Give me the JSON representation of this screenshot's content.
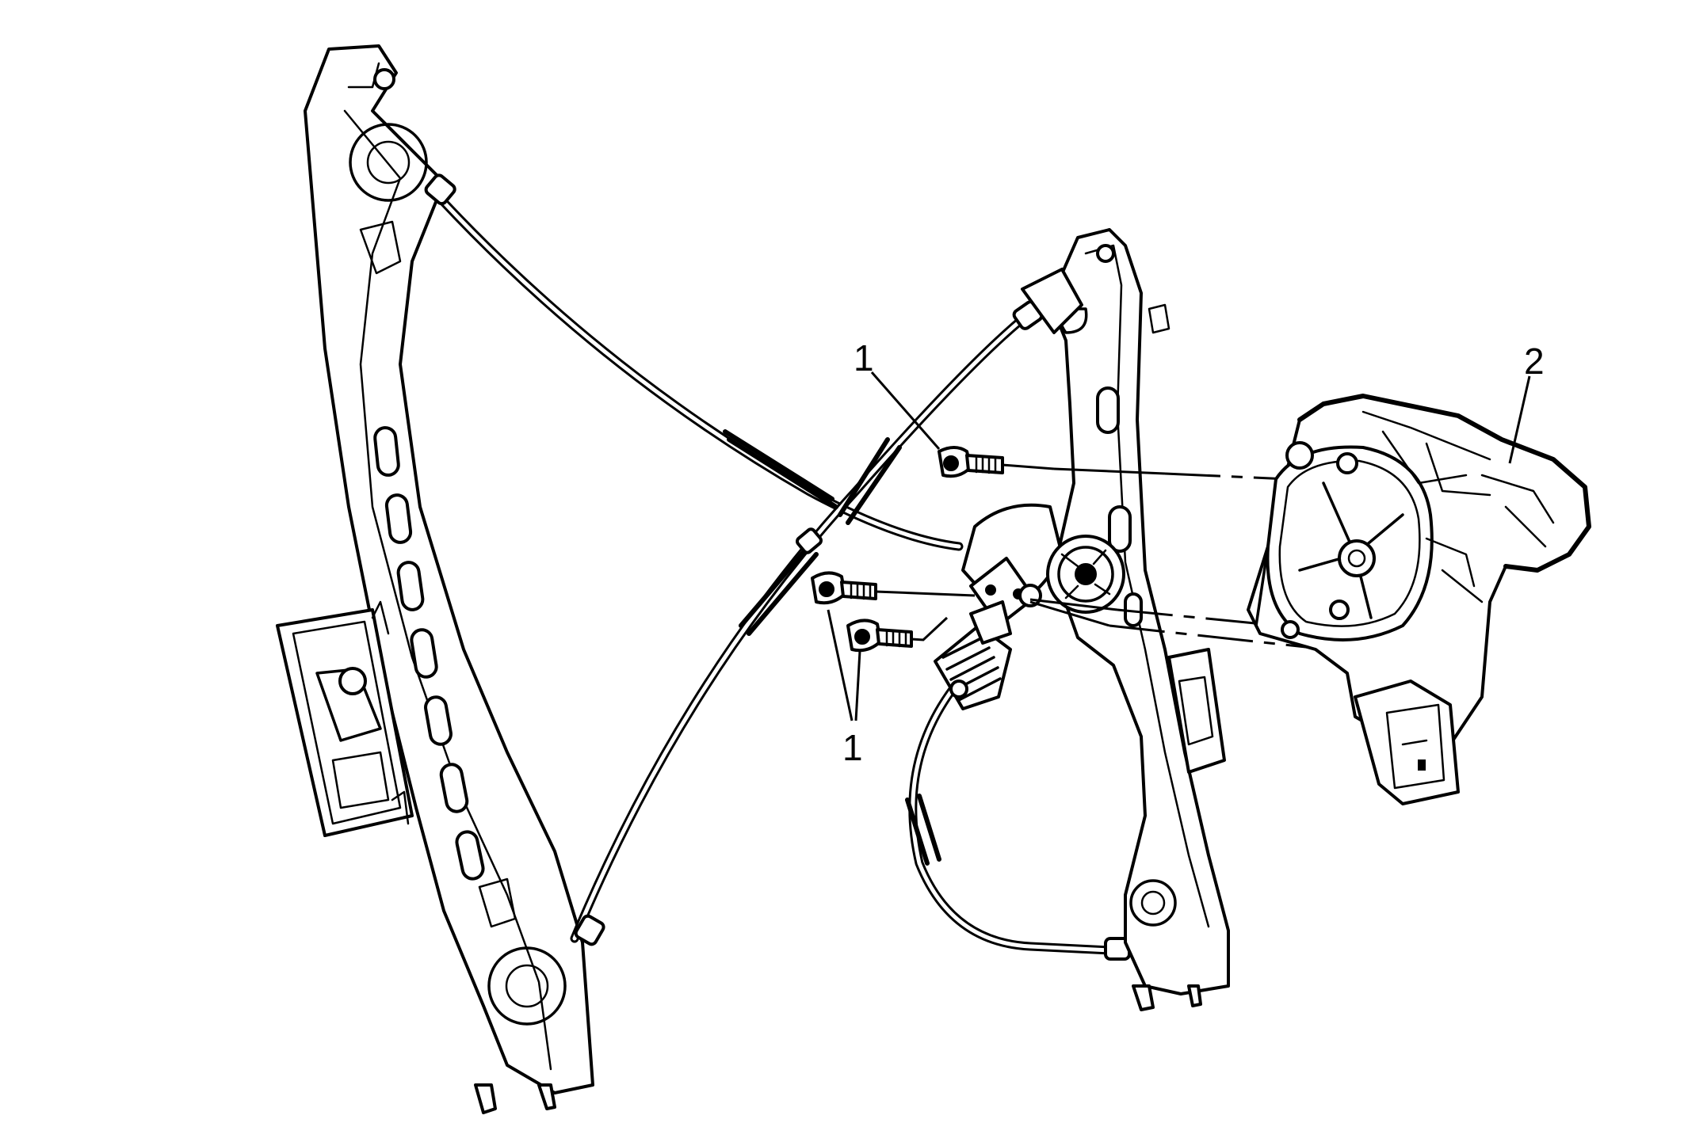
{
  "callouts": [
    {
      "id": "upper-bolt-callout",
      "text": "1"
    },
    {
      "id": "motor-callout",
      "text": "2"
    },
    {
      "id": "lower-bolts-callout",
      "text": "1"
    }
  ]
}
